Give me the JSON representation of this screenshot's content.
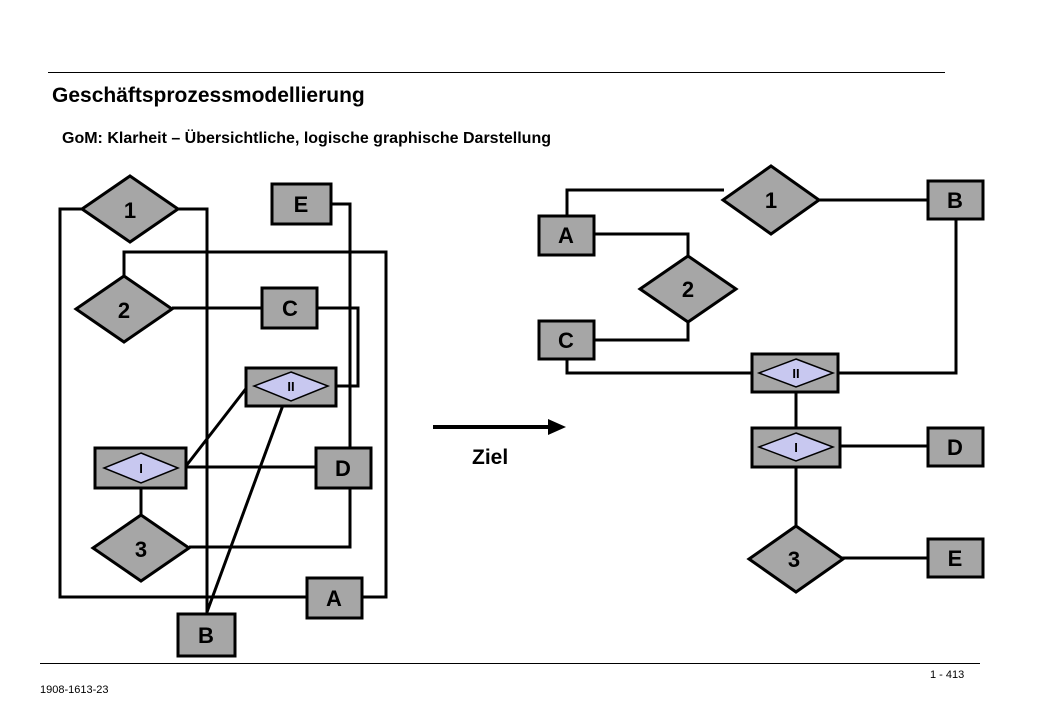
{
  "title": "Geschäftsprozessmodellierung",
  "subtitle": "GoM: Klarheit – Übersichtliche, logische graphische Darstellung",
  "footer": {
    "code": "1908-1613-23",
    "page": "1 - 413"
  },
  "arrow_label": "Ziel",
  "colors": {
    "shape_fill": "#a6a6a6",
    "connector_fill": "#c8c8f0",
    "line": "#000000"
  },
  "left_diagram": {
    "events": {
      "E": "E",
      "C": "C",
      "D": "D",
      "A": "A",
      "B": "B"
    },
    "functions": {
      "f1": "1",
      "f2": "2",
      "f3": "3"
    },
    "connectors": {
      "c1": "I",
      "c2": "II"
    }
  },
  "right_diagram": {
    "events": {
      "A": "A",
      "B": "B",
      "C": "C",
      "D": "D",
      "E": "E"
    },
    "functions": {
      "f1": "1",
      "f2": "2",
      "f3": "3"
    },
    "connectors": {
      "c1": "I",
      "c2": "II"
    }
  }
}
